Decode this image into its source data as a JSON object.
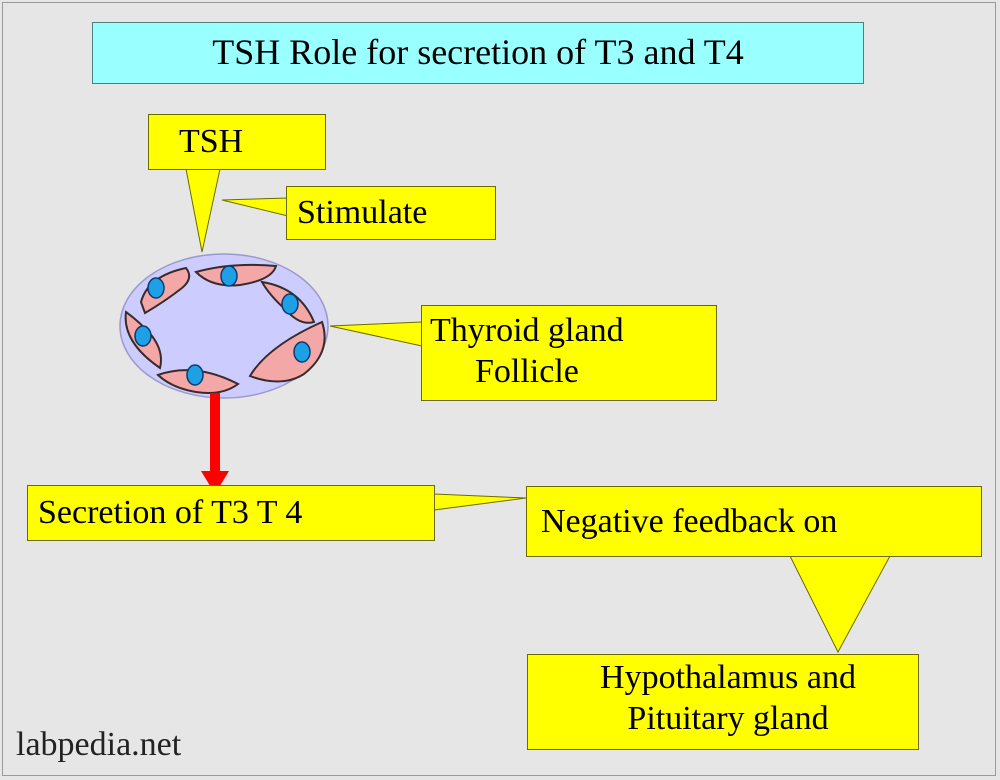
{
  "title": "TSH Role for secretion of T3 and T4",
  "labels": {
    "tsh": "TSH",
    "stimulate": "Stimulate",
    "thyroid_line1": "Thyroid gland",
    "thyroid_line2": "Follicle",
    "secretion": "Secretion of T3 T 4",
    "negative_feedback": "Negative feedback on",
    "target_line1": "Hypothalamus and",
    "target_line2": "Pituitary gland"
  },
  "watermark": "labpedia.net",
  "colors": {
    "background": "#e6e6e6",
    "title_fill": "#99ffff",
    "callout_fill": "#ffff00",
    "follicle_fill": "#ccccff",
    "cell_fill": "#f4a7a7",
    "nucleus_fill": "#1ea0e6",
    "arrow": "#ff0000"
  }
}
